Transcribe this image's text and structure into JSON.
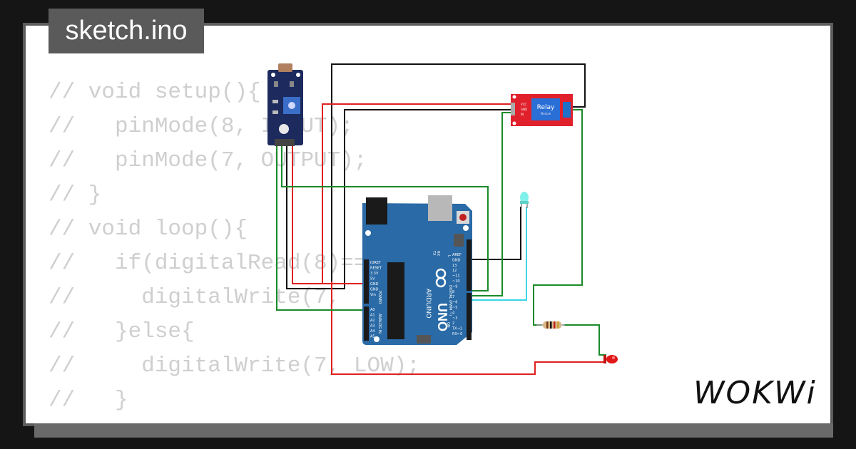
{
  "title_tag": "sketch.ino",
  "code_lines": [
    "// void setup(){",
    "//   pinMode(8, INPUT);",
    "//   pinMode(7, OUTPUT);",
    "// }",
    "// void loop(){",
    "//   if(digitalRead(8)==",
    "//     digitalWrite(7,",
    "//   }else{",
    "//     digitalWrite(7, LOW);",
    "//   }",
    "// }"
  ],
  "logo_text": "WOKWi",
  "relay": {
    "title": "Relay",
    "subtitle": "Module",
    "pins": [
      "VCC",
      "GND",
      "IN"
    ]
  },
  "arduino": {
    "brand": "ARDUINO",
    "model": "UNO",
    "power_labels": [
      "IOREF",
      "RESET",
      "3.3V",
      "5V",
      "GND",
      "GND",
      "Vin"
    ],
    "analog_header": "POWER",
    "analog_labels": [
      "A0",
      "A1",
      "A2",
      "A3",
      "A4",
      "A5"
    ],
    "analog_in_label": "ANALOG IN",
    "digital_labels": [
      "AREF",
      "GND",
      "13",
      "12",
      "~11",
      "~10",
      "~9",
      "8",
      "7",
      "~6",
      "~5",
      "4",
      "~3",
      "2",
      "TX→1",
      "RX←0"
    ],
    "digital_header": "DIGITAL (PWM ~)",
    "leds": [
      "L",
      "TX",
      "RX",
      "ON"
    ]
  },
  "colors": {
    "wire_red": "#e02020",
    "wire_black": "#111111",
    "wire_green": "#1a8a2a",
    "wire_cyan": "#3ad6e6",
    "board_blue": "#2a6aa6",
    "relay_red": "#e0202a",
    "sensor_navy": "#1c2a5e"
  },
  "icons": {
    "led_cyan": "led-icon",
    "led_red": "led-icon",
    "resistor": "resistor-icon"
  }
}
